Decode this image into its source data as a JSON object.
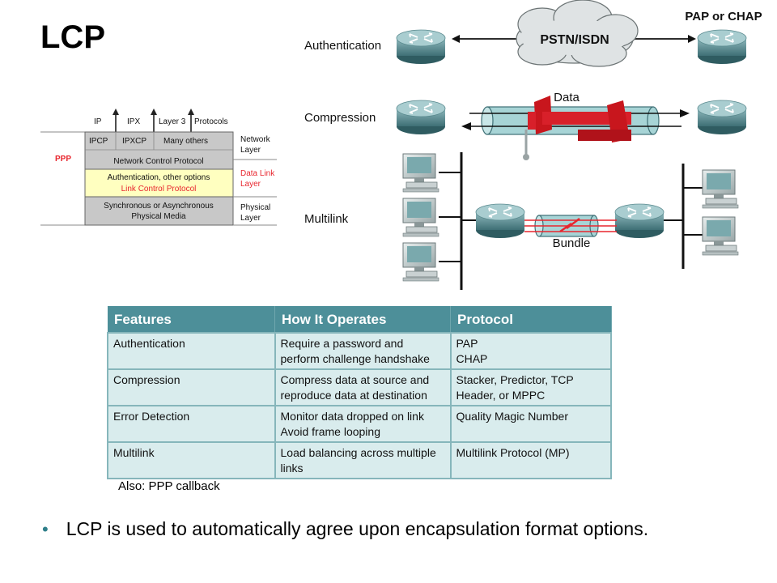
{
  "title": "LCP",
  "stack": {
    "top_labels": [
      "IP",
      "IPX",
      "Layer 3",
      "Protocols"
    ],
    "ncp_cells": [
      "IPCP",
      "IPXCP",
      "Many others"
    ],
    "ncp_label": "Network Control Protocol",
    "ppp_label": "PPP",
    "auth_label": "Authentication, other options",
    "lcp_label": "Link Control Protocol",
    "phys_line1": "Synchronous or Asynchronous",
    "phys_line2": "Physical Media",
    "layers": {
      "network": [
        "Network",
        "Layer"
      ],
      "datalink": [
        "Data Link",
        "Layer"
      ],
      "physical": [
        "Physical",
        "Layer"
      ]
    },
    "colors": {
      "gray": "#c8c8c8",
      "yellow": "#ffffc0",
      "red": "#e8262e"
    }
  },
  "network": {
    "auth_label": "Authentication",
    "cloud_label": "PSTN/ISDN",
    "pap_label": "PAP or CHAP",
    "compression_label": "Compression",
    "data_label": "Data",
    "multilink_label": "Multilink",
    "bundle_label": "Bundle"
  },
  "table": {
    "headers": [
      "Features",
      "How It Operates",
      "Protocol"
    ],
    "rows": [
      {
        "feature": "Authentication",
        "how": [
          "Require a password and",
          "perform challenge handshake"
        ],
        "protocol": [
          "PAP",
          "CHAP"
        ]
      },
      {
        "feature": "Compression",
        "how": [
          "Compress data at source and",
          "reproduce data at destination"
        ],
        "protocol": [
          "Stacker, Predictor, TCP",
          "Header, or MPPC"
        ]
      },
      {
        "feature": "Error Detection",
        "how": [
          "Monitor data dropped on link",
          "Avoid frame looping"
        ],
        "protocol": [
          "Quality Magic Number"
        ]
      },
      {
        "feature": "Multilink",
        "how": [
          "Load balancing across multiple",
          "links"
        ],
        "protocol": [
          "Multilink Protocol (MP)"
        ]
      }
    ],
    "colors": {
      "header": "#4d8f99",
      "cell": "#d9eced"
    }
  },
  "also_note": "Also:  PPP callback",
  "bullet": "LCP is used to automatically agree upon encapsulation format options."
}
